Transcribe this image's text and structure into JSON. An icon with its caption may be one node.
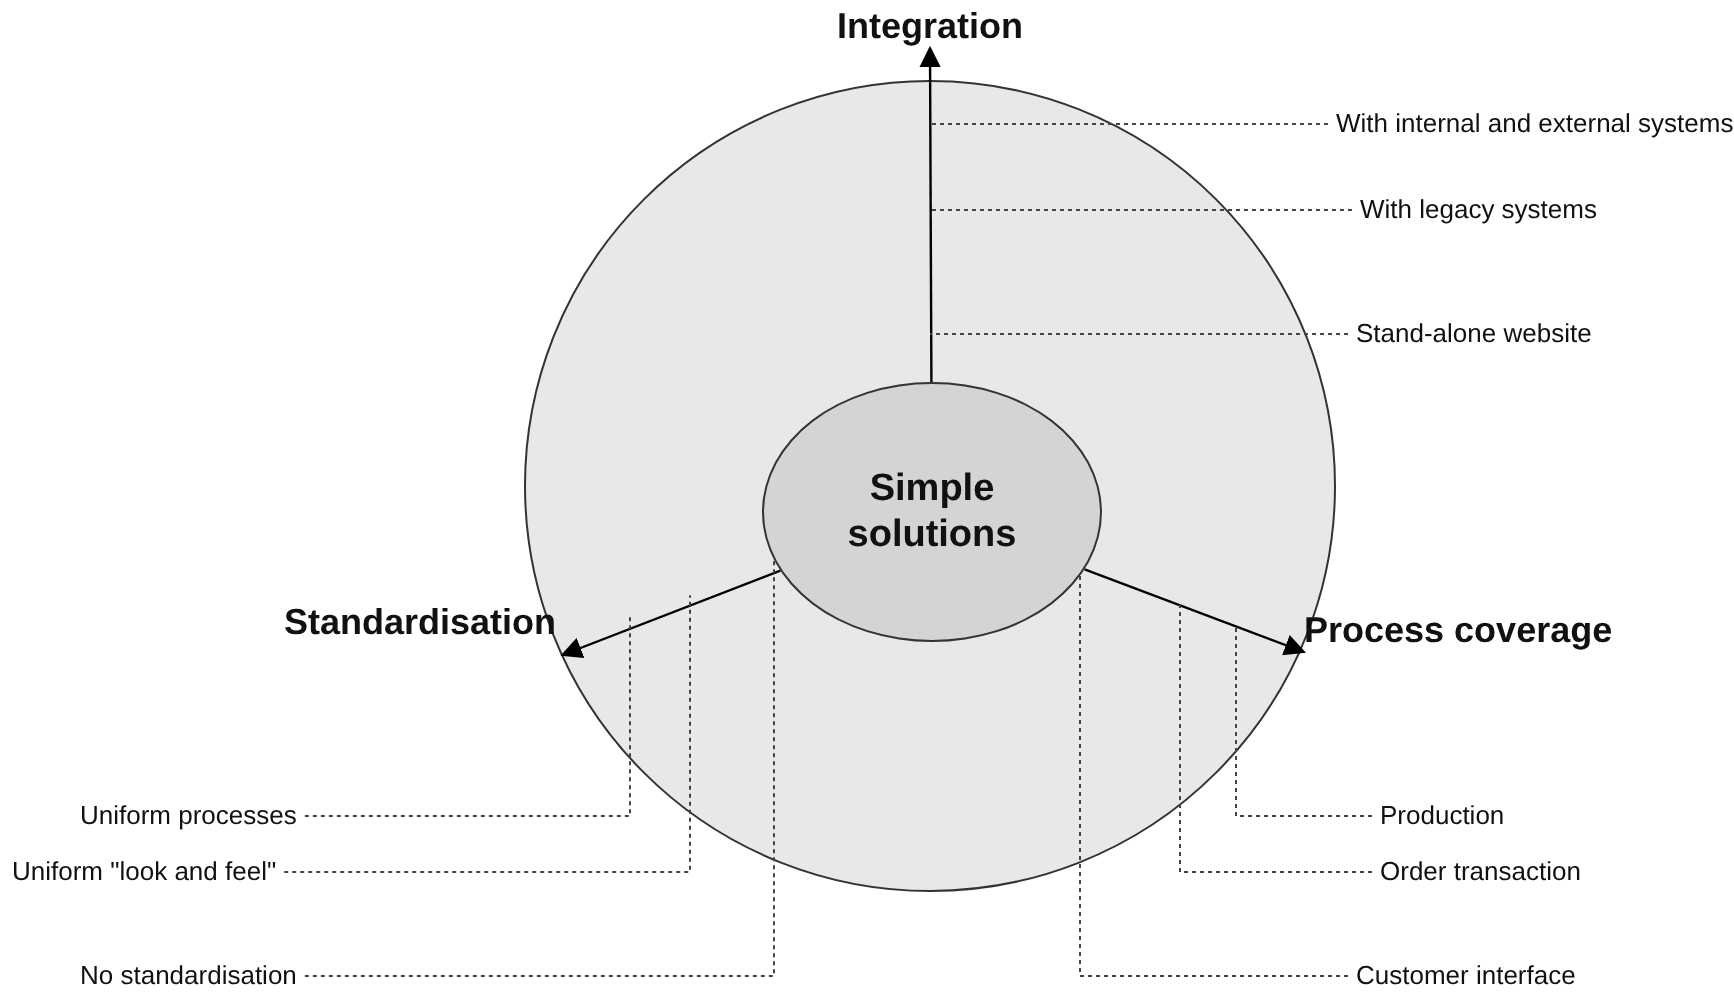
{
  "diagram": {
    "nodes": [
      {
        "text": [],
        "shape": "circle"
      },
      {
        "text": [
          "Simple solutions"
        ],
        "in": 0
      },
      {
        "text": [
          "Integration"
        ]
      },
      {
        "text": [
          "Standardisation"
        ]
      },
      {
        "text": [
          "Process coverage"
        ]
      },
      {
        "text": [
          "With internal and external systems"
        ]
      },
      {
        "text": [
          "With legacy systems"
        ]
      },
      {
        "text": [
          "Stand-alone website"
        ]
      },
      {
        "text": [
          "Uniform processes"
        ]
      },
      {
        "text": [
          "Uniform \"look and feel\""
        ]
      },
      {
        "text": [
          "No standardisation"
        ]
      },
      {
        "text": [
          "Production"
        ]
      },
      {
        "text": [
          "Order transaction"
        ]
      },
      {
        "text": [
          "Customer interface"
        ]
      }
    ],
    "edges": [
      {
        "from": 1,
        "to": 2,
        "arrow": "to"
      },
      {
        "from": 1,
        "to": 3,
        "arrow": "to"
      },
      {
        "from": 1,
        "to": 4,
        "arrow": "to"
      },
      {
        "from": 5,
        "to": null,
        "arrow": "none",
        "style": "dashed"
      },
      {
        "from": 6,
        "to": null,
        "arrow": "none",
        "style": "dashed"
      },
      {
        "from": 7,
        "to": null,
        "arrow": "none",
        "style": "dashed"
      },
      {
        "from": 8,
        "to": null,
        "arrow": "none",
        "style": "dashed"
      },
      {
        "from": 9,
        "to": null,
        "arrow": "none",
        "style": "dashed"
      },
      {
        "from": 10,
        "to": 1,
        "arrow": "none",
        "style": "dashed"
      },
      {
        "from": 11,
        "to": null,
        "arrow": "none",
        "style": "dashed"
      },
      {
        "from": 12,
        "to": null,
        "arrow": "none",
        "style": "dashed"
      },
      {
        "from": 13,
        "to": 1,
        "arrow": "none",
        "style": "dashed"
      }
    ]
  }
}
